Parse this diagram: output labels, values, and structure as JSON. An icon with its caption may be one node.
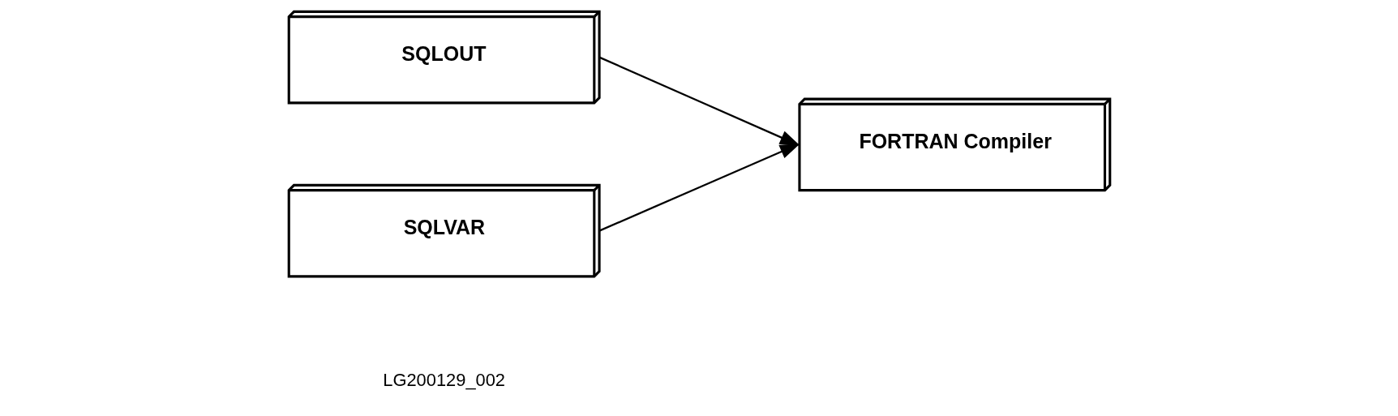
{
  "diagram": {
    "nodes": [
      {
        "text": [
          "SQLOUT"
        ]
      },
      {
        "text": [
          "SQLVAR"
        ]
      },
      {
        "text": [
          "FORTRAN Compiler"
        ]
      }
    ],
    "edges": [
      {
        "from": 0,
        "to": 2,
        "arrow": "to"
      },
      {
        "from": 1,
        "to": 2,
        "arrow": "to"
      }
    ],
    "labels": [
      "LG200129_002"
    ]
  }
}
